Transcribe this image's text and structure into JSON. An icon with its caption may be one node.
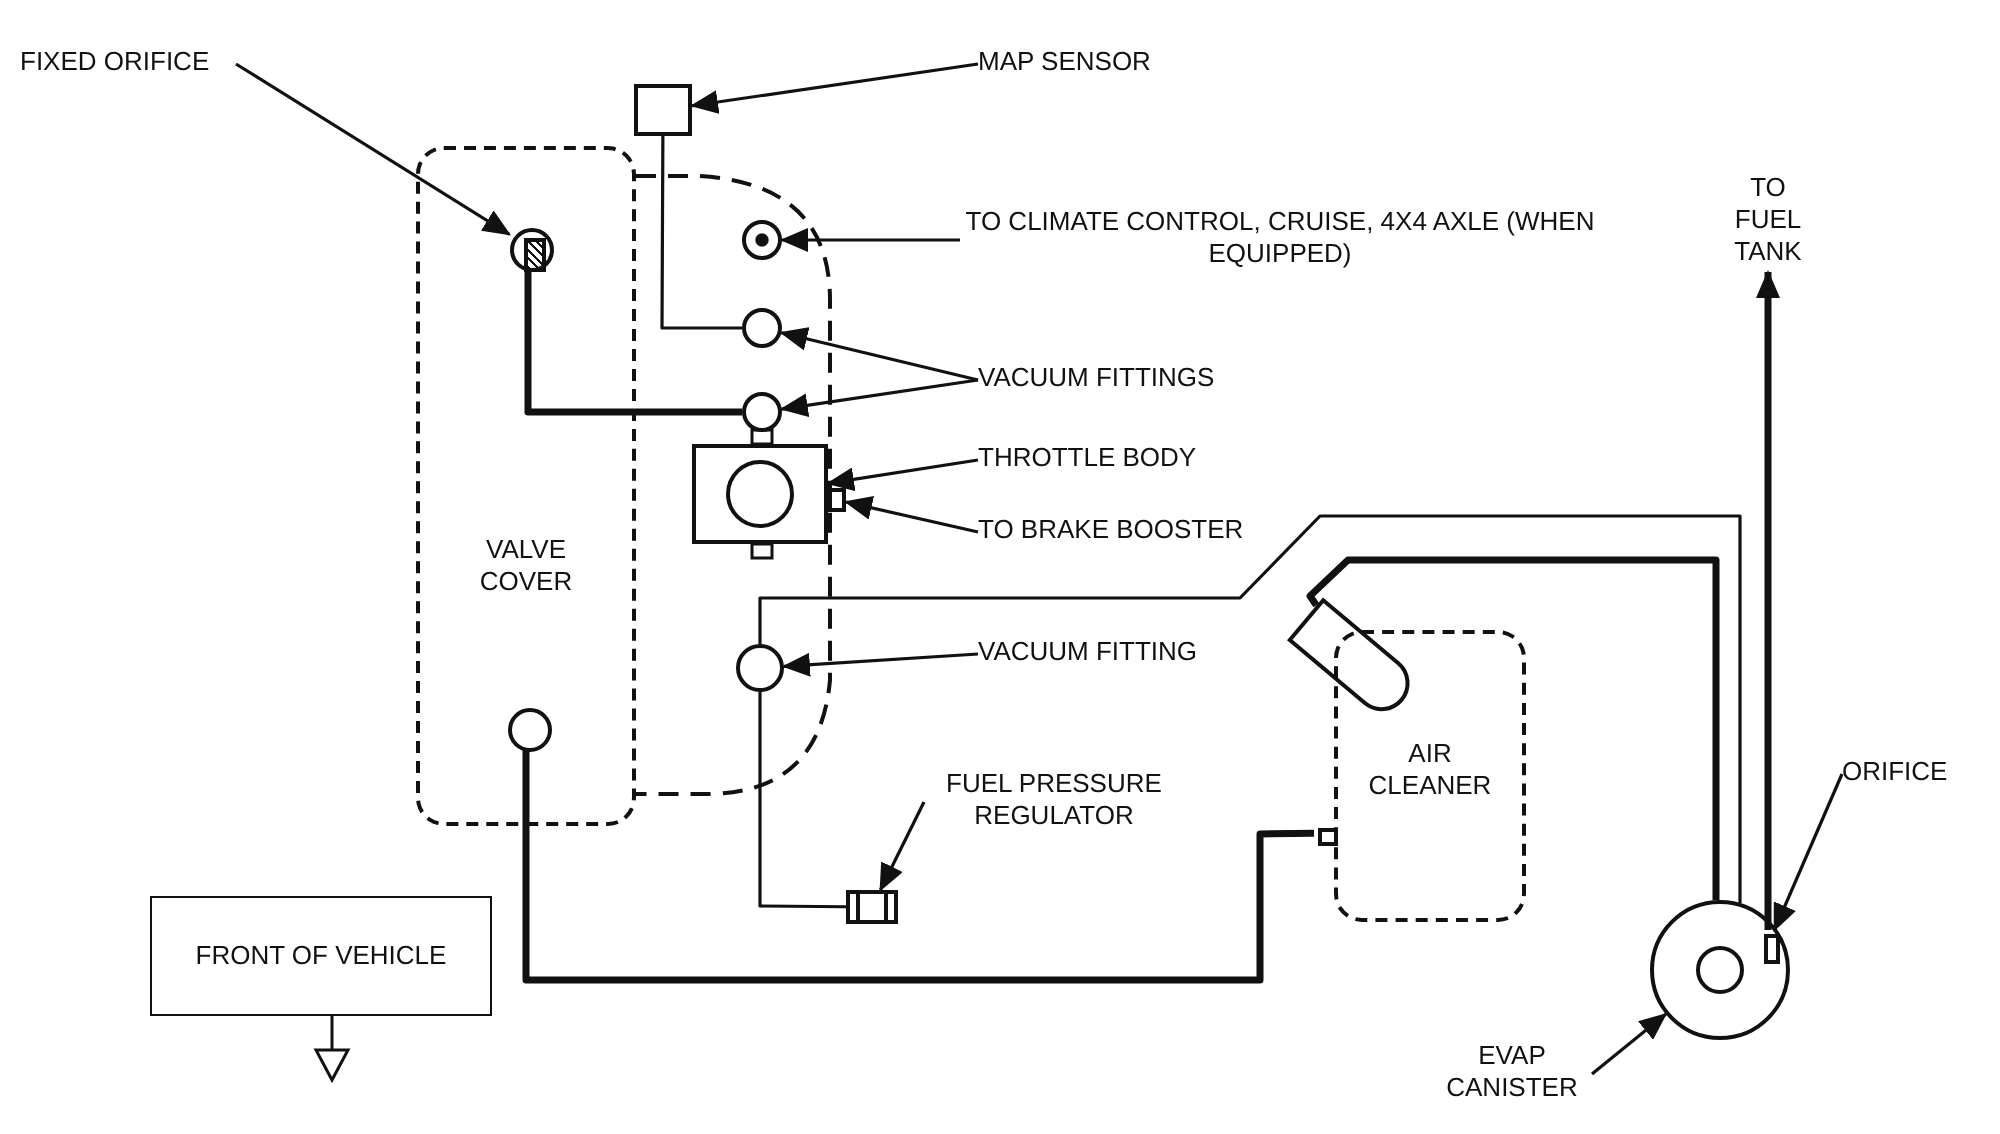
{
  "diagram": {
    "nodes": [
      {
        "text": [
          "FIXED ORIFICE"
        ]
      },
      {
        "text": [],
        "shape": "circle",
        "in": 13
      },
      {
        "text": [
          "MAP SENSOR"
        ]
      },
      {
        "text": [],
        "shape": "box"
      },
      {
        "text": [
          "TO CLIMATE CONTROL, CRUISE, 4X4 AXLE (WHEN EQUIPPED)"
        ]
      },
      {
        "text": [],
        "shape": "circle"
      },
      {
        "text": [
          "VACUUM FITTINGS"
        ]
      },
      {
        "text": [],
        "shape": "circle"
      },
      {
        "text": [],
        "shape": "circle"
      },
      {
        "text": [
          "THROTTLE BODY"
        ]
      },
      {
        "text": [],
        "shape": "box"
      },
      {
        "text": [
          "TO BRAKE BOOSTER"
        ]
      },
      {
        "text": [],
        "shape": "box"
      },
      {
        "text": [
          "VALVE COVER"
        ]
      },
      {
        "text": [],
        "shape": "circle",
        "in": 13
      },
      {
        "text": [
          "VACUUM FITTING"
        ]
      },
      {
        "text": [],
        "shape": "circle"
      },
      {
        "text": [
          "FUEL PRESSURE REGULATOR"
        ]
      },
      {
        "text": [],
        "shape": "box"
      },
      {
        "text": [
          "AIR CLEANER"
        ]
      },
      {
        "text": [],
        "shape": "box",
        "in": 19
      },
      {
        "text": [],
        "shape": "box"
      },
      {
        "text": [
          "FRONT OF VEHICLE"
        ]
      },
      {
        "text": [
          "TO FUEL TANK"
        ]
      },
      {
        "text": [
          "EVAP CANISTER"
        ]
      },
      {
        "text": [],
        "shape": "circle"
      },
      {
        "text": [
          "ORIFICE"
        ]
      },
      {
        "text": [],
        "shape": "box",
        "in": 25
      },
      {
        "text": [],
        "shape": "circle",
        "in": 25
      }
    ],
    "edges": [
      {
        "from": 0,
        "to": 1,
        "arrow": "to"
      },
      {
        "from": 2,
        "to": 3,
        "arrow": "to"
      },
      {
        "from": 4,
        "to": 5,
        "arrow": "to"
      },
      {
        "from": 6,
        "to": 7,
        "arrow": "to"
      },
      {
        "from": 6,
        "to": 8,
        "arrow": "to"
      },
      {
        "from": 9,
        "to": 10,
        "arrow": "to"
      },
      {
        "from": 11,
        "to": 12,
        "arrow": "to"
      },
      {
        "from": 15,
        "to": 16,
        "arrow": "to"
      },
      {
        "from": 17,
        "to": 18,
        "arrow": "to"
      },
      {
        "from": 24,
        "to": 25,
        "arrow": "to"
      },
      {
        "from": 26,
        "to": 27,
        "arrow": "to"
      },
      {
        "from": 1,
        "to": 8,
        "arrow": "none",
        "style": "thick"
      },
      {
        "from": 3,
        "to": 7,
        "arrow": "none"
      },
      {
        "from": 16,
        "to": 18,
        "arrow": "none"
      },
      {
        "from": 16,
        "to": 25,
        "arrow": "none"
      },
      {
        "from": 14,
        "to": 20,
        "arrow": "none",
        "style": "thick"
      },
      {
        "from": 21,
        "to": 25,
        "arrow": "none",
        "style": "thick"
      },
      {
        "from": 27,
        "to": 23,
        "arrow": "to",
        "style": "thick"
      }
    ]
  }
}
